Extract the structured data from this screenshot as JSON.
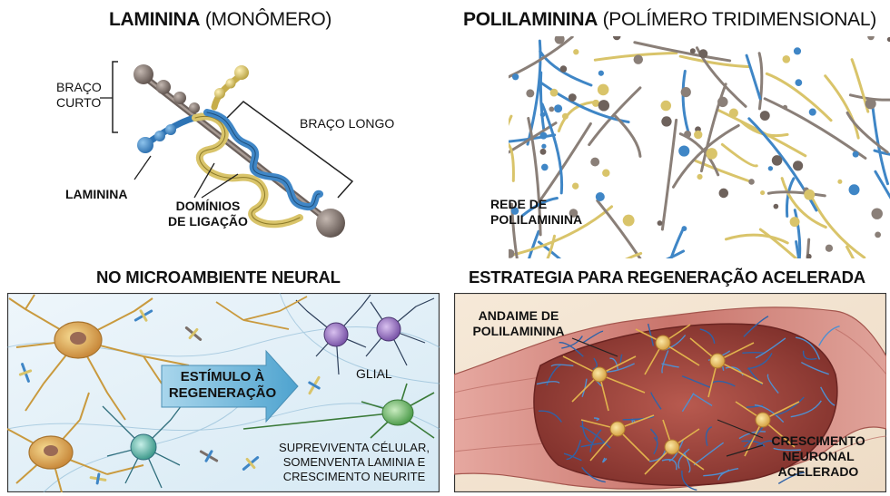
{
  "top_left": {
    "title_bold": "LAMININA",
    "title_light": "(MONÔMERO)",
    "label_short_arm_line1": "BRAÇO",
    "label_short_arm_line2": "CURTO",
    "label_long_arm": "BRAÇO LONGO",
    "label_laminin": "LAMININA",
    "label_domains_line1": "DOMÍNIOS",
    "label_domains_line2": "DE LIGAÇÃO"
  },
  "top_right": {
    "title_bold": "POLILAMININA",
    "title_light": "(POLÍMERO TRIDIMENSIONAL)",
    "label_network_line1": "REDE DE",
    "label_network_line2": "POLILAMININA"
  },
  "bottom_left": {
    "title": "NO MICROAMBIENTE NEURAL",
    "arrow_line1": "ESTÍMULO À",
    "arrow_line2": "REGENERAÇÃO",
    "label_glial": "GLIAL",
    "caption_line1": "SUPREVIVENTA CÉLULAR,",
    "caption_line2": "SOMENVENTA LAMINIA E",
    "caption_line3": "CRESCIMENTO NEURITE"
  },
  "bottom_right": {
    "title": "ESTRATEGIA PARA REGENERAÇÃO ACELERADA",
    "label_scaffold_line1": "ANDAIME DE",
    "label_scaffold_line2": "POLILAMININA",
    "label_growth_line1": "CRESCIMENTO",
    "label_growth_line2": "NEURONAL",
    "label_growth_line3": "ACELERADO"
  },
  "colors": {
    "gold": "#d9c46a",
    "blue": "#3f86c6",
    "gray_bead": "#7a6e68",
    "panel_blue_bg": "#e3f0f7",
    "tissue_red": "#b8574f",
    "neuron_gold": "#e7c46a"
  }
}
